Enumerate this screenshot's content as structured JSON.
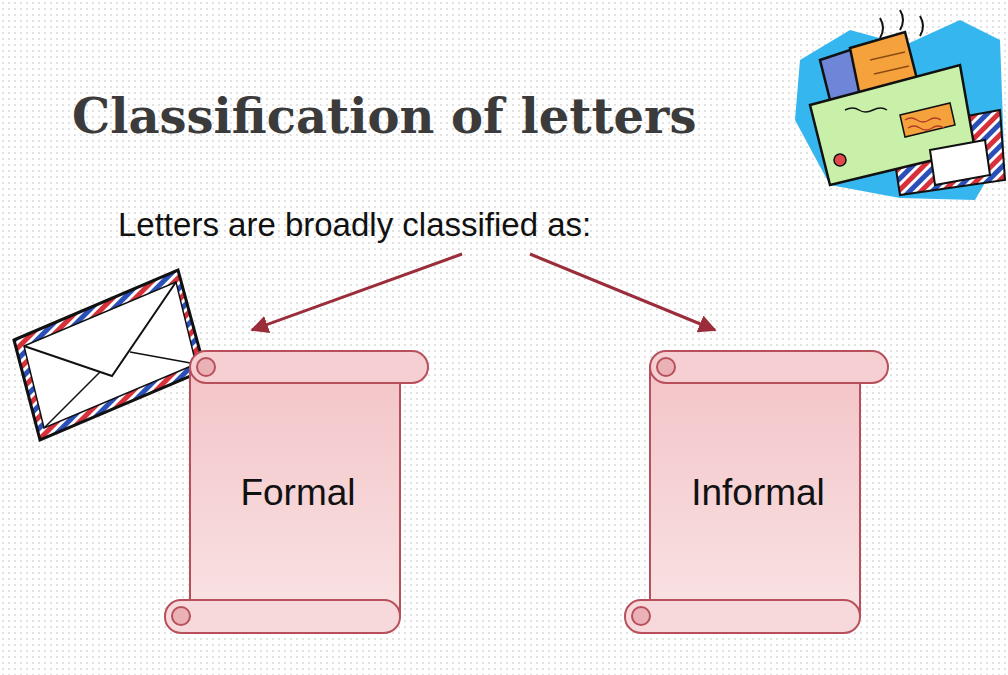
{
  "diagram": {
    "title": "Classification of letters",
    "nodes": [
      {
        "text": [
          "Formal"
        ]
      },
      {
        "text": [
          "Informal"
        ]
      }
    ],
    "labels": [
      "Letters are broadly classified as:"
    ]
  }
}
